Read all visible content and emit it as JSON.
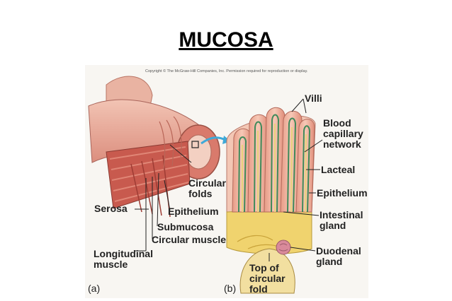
{
  "title": "MUCOSA",
  "copyright": "Copyright © The McGraw-Hill Companies, Inc. Permission required for reproduction or display.",
  "panel_a": {
    "letter": "(a)",
    "labels": {
      "circular_folds_1": "Circular",
      "circular_folds_2": "folds",
      "serosa": "Serosa",
      "epithelium": "Epithelium",
      "submucosa": "Submucosa",
      "circular_muscle": "Circular muscle",
      "longitudinal_1": "Longitudinal",
      "longitudinal_2": "muscle"
    }
  },
  "panel_b": {
    "letter": "(b)",
    "labels": {
      "villi": "Villi",
      "blood_1": "Blood",
      "blood_2": "capillary",
      "blood_3": "network",
      "lacteal": "Lacteal",
      "epithelium": "Epithelium",
      "intestinal_1": "Intestinal",
      "intestinal_2": "gland",
      "duodenal_1": "Duodenal",
      "duodenal_2": "gland",
      "top_1": "Top of",
      "top_2": "circular",
      "top_3": "fold"
    }
  },
  "colors": {
    "tissue_pink": "#e89a8a",
    "muscle_red": "#c8504a",
    "capillary_green": "#3f8a5a",
    "lacteal_yellow": "#e8d27a",
    "arrow_blue": "#3fa9d8"
  }
}
